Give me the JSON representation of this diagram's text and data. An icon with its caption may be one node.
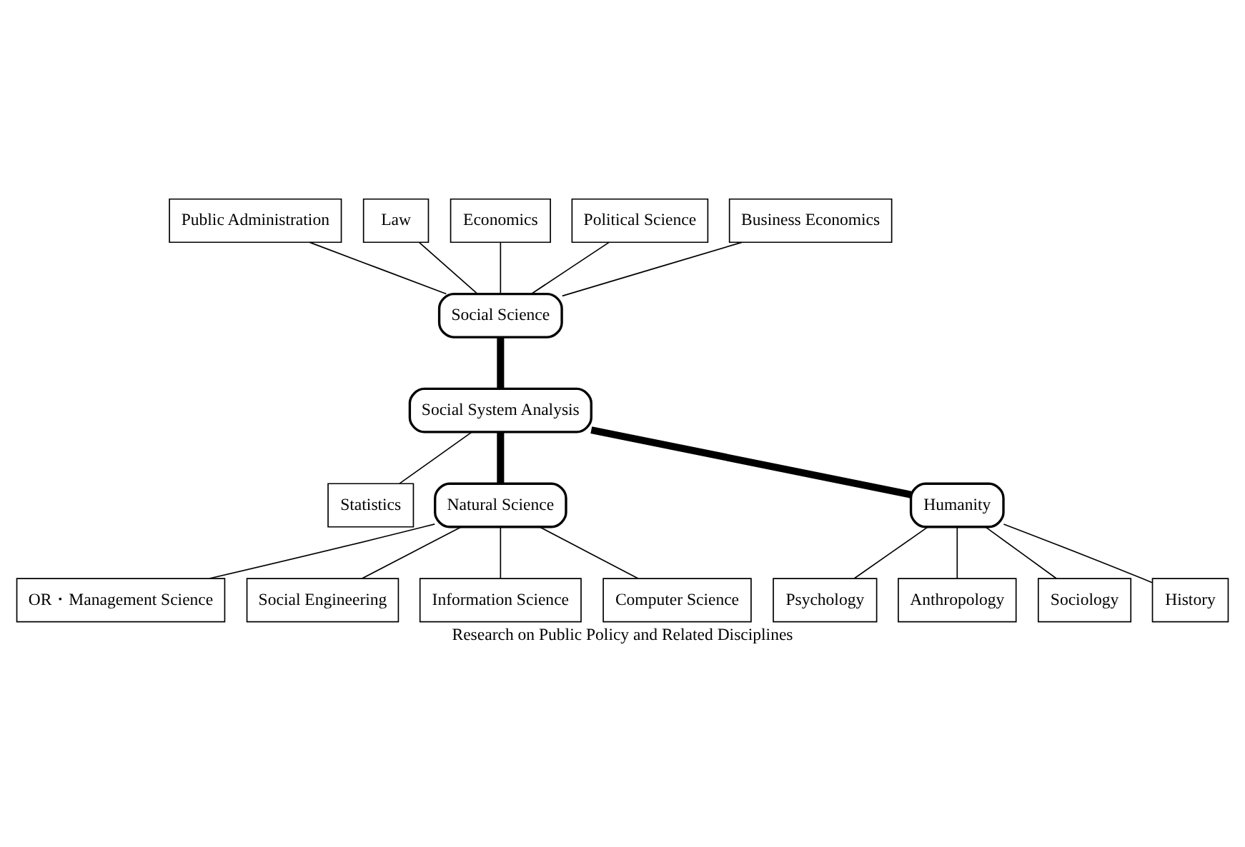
{
  "diagram": {
    "caption": "Research on Public Policy and Related Disciplines",
    "nodes": [
      {
        "text": [
          "Public Administration"
        ]
      },
      {
        "text": [
          "Law"
        ]
      },
      {
        "text": [
          "Economics"
        ]
      },
      {
        "text": [
          "Political Science"
        ]
      },
      {
        "text": [
          "Social Science"
        ]
      },
      {
        "text": [
          "Business Economics"
        ]
      },
      {
        "text": [
          "Social System Analysis"
        ]
      },
      {
        "text": [
          "OR・Management Science"
        ]
      },
      {
        "text": [
          "Statistics"
        ]
      },
      {
        "text": [
          "Psychology"
        ]
      },
      {
        "text": [
          "Social Engineering"
        ]
      },
      {
        "text": [
          "Natural Science"
        ]
      },
      {
        "text": [
          "Humanity"
        ]
      },
      {
        "text": [
          "Anthropology"
        ]
      },
      {
        "text": [
          "Information Science"
        ]
      },
      {
        "text": [
          "Sociology"
        ]
      },
      {
        "text": [
          "Computer Science"
        ]
      },
      {
        "text": [
          "History"
        ]
      }
    ],
    "edges": [
      {
        "from": 0,
        "to": 4,
        "arrow": "none"
      },
      {
        "from": 1,
        "to": 4,
        "arrow": "none"
      },
      {
        "from": 2,
        "to": 4,
        "arrow": "none"
      },
      {
        "from": 3,
        "to": 4,
        "arrow": "none"
      },
      {
        "from": 5,
        "to": 4,
        "arrow": "none"
      },
      {
        "from": 4,
        "to": 6,
        "arrow": "none",
        "style": "thick"
      },
      {
        "from": 6,
        "to": 8,
        "arrow": "none"
      },
      {
        "from": 6,
        "to": 11,
        "arrow": "none",
        "style": "thick"
      },
      {
        "from": 6,
        "to": 12,
        "arrow": "none",
        "style": "thick"
      },
      {
        "from": 11,
        "to": 7,
        "arrow": "none"
      },
      {
        "from": 11,
        "to": 10,
        "arrow": "none"
      },
      {
        "from": 11,
        "to": 14,
        "arrow": "none"
      },
      {
        "from": 11,
        "to": 16,
        "arrow": "none"
      },
      {
        "from": 12,
        "to": 9,
        "arrow": "none"
      },
      {
        "from": 12,
        "to": 13,
        "arrow": "none"
      },
      {
        "from": 12,
        "to": 15,
        "arrow": "none"
      },
      {
        "from": 12,
        "to": 17,
        "arrow": "none"
      }
    ]
  }
}
